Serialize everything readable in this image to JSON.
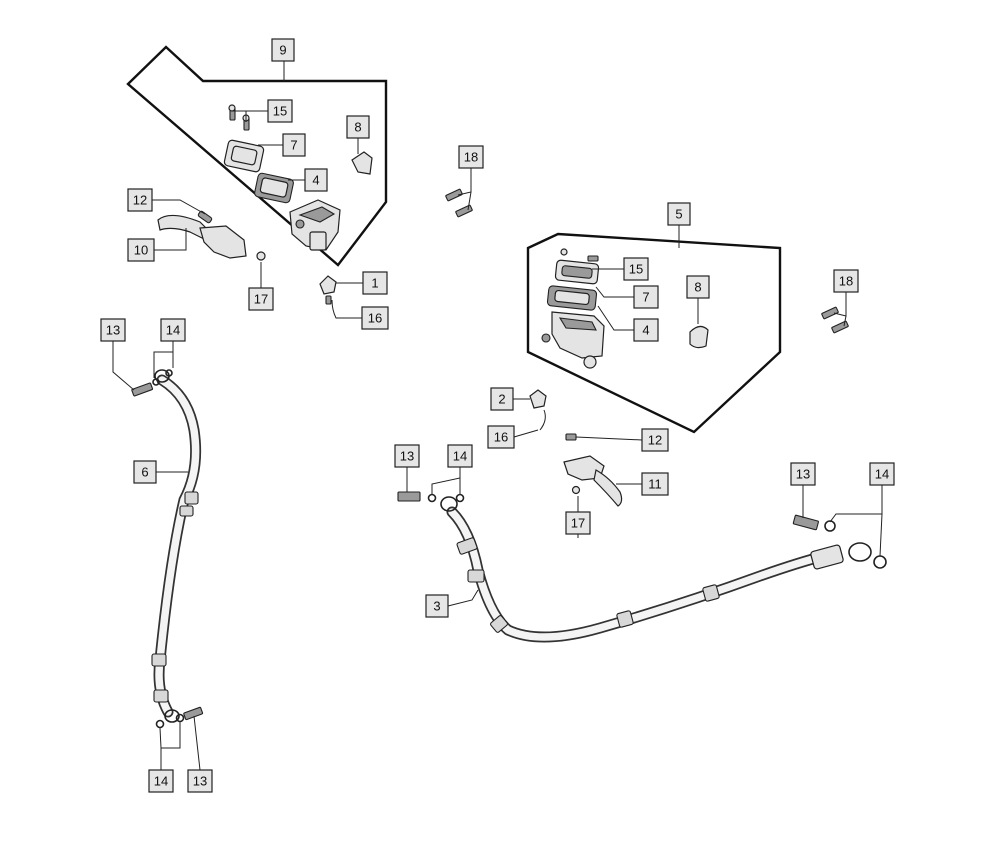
{
  "callouts": {
    "c1": "1",
    "c2": "2",
    "c3": "3",
    "c4a": "4",
    "c4b": "4",
    "c5": "5",
    "c6": "6",
    "c7a": "7",
    "c7b": "7",
    "c8a": "8",
    "c8b": "8",
    "c9": "9",
    "c10": "10",
    "c11": "11",
    "c12a": "12",
    "c12b": "12",
    "c13a": "13",
    "c13b": "13",
    "c13c": "13",
    "c13d": "13",
    "c14a": "14",
    "c14b": "14",
    "c14c": "14",
    "c14d": "14",
    "c15a": "15",
    "c15b": "15",
    "c16a": "16",
    "c16b": "16",
    "c17a": "17",
    "c17b": "17",
    "c18a": "18",
    "c18b": "18"
  }
}
